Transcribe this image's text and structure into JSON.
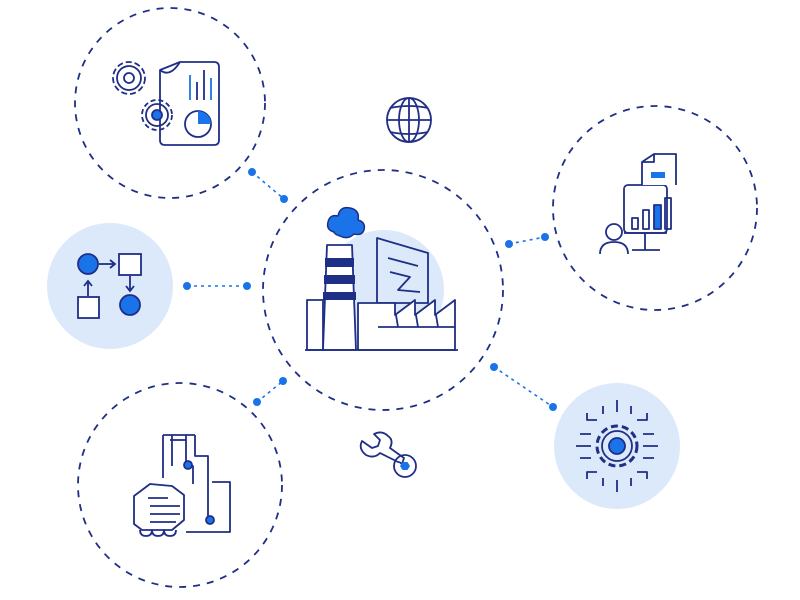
{
  "colors": {
    "navy": "#1f2e86",
    "blue": "#1a73e8",
    "light_fill": "#dbe9fb",
    "dot": "#1a73e8"
  },
  "nodes": [
    {
      "id": "center",
      "icon": "factory-icon",
      "style": "dashed-circle"
    },
    {
      "id": "top-left",
      "icon": "gears-report-icon",
      "style": "dashed-circle"
    },
    {
      "id": "left",
      "icon": "flowchart-icon",
      "style": "filled-circle"
    },
    {
      "id": "bottom-left",
      "icon": "handshake-circuit-icon",
      "style": "dashed-circle"
    },
    {
      "id": "right",
      "icon": "analytics-dashboard-icon",
      "style": "dashed-circle"
    },
    {
      "id": "bottom-right",
      "icon": "gear-circuit-icon",
      "style": "filled-circle"
    }
  ],
  "floating_icons": [
    "globe-icon",
    "wrench-icon"
  ],
  "connectors": [
    "center-to-top-left",
    "center-to-left",
    "center-to-bottom-left",
    "center-to-right",
    "center-to-bottom-right"
  ]
}
